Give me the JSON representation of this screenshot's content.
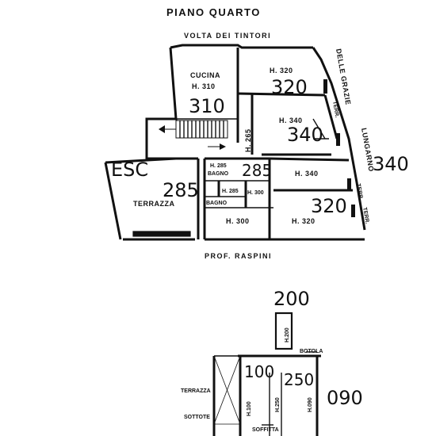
{
  "plan_top": {
    "title": "PIANO QUARTO",
    "street_north": "VOLTA DEI TINTORI",
    "street_south": "PROF. RASPINI",
    "street_east_1": "LUNGARNO",
    "street_east_2": "DELLE GRAZIE",
    "terrace_tags": [
      "TERR.",
      "TERR.",
      "TERR."
    ],
    "rooms": {
      "cucina_label": "CUCINA",
      "cucina_height": "H. 310",
      "cucina_hand": "310",
      "room_ne_height": "H. 320",
      "room_ne_hand": "320",
      "room_mid_height": "H. 340",
      "room_mid_hand": "340",
      "corridor_height": "H. 265",
      "bagno_label": "BAGNO",
      "bagno_height": "H. 285",
      "bagno_hand": "285",
      "room_e_height": "H. 340",
      "east_hand": "340",
      "small_height_1": "H. 285",
      "small_height_2": "H. 300",
      "bagno2_label": "BAGNO",
      "room_s_height": "H. 300",
      "room_se_height": "H. 320",
      "room_se_hand": "320",
      "terrazza_label": "TERRAZZA",
      "terrazza_hand": "285",
      "esc_label": "ESC"
    }
  },
  "plan_bottom": {
    "top_hand": "200",
    "hatch_height": "H.200",
    "botola_label": "BOTOLA",
    "terrazza_label": "TERRAZZA",
    "sottotetto_label": "SOTTOTE",
    "left_height": "H.100",
    "left_hand": "100",
    "mid_height": "H.250",
    "mid_hand": "250",
    "right_height": "H.090",
    "right_hand": "090",
    "soffitta_label": "SOFFITTA"
  }
}
